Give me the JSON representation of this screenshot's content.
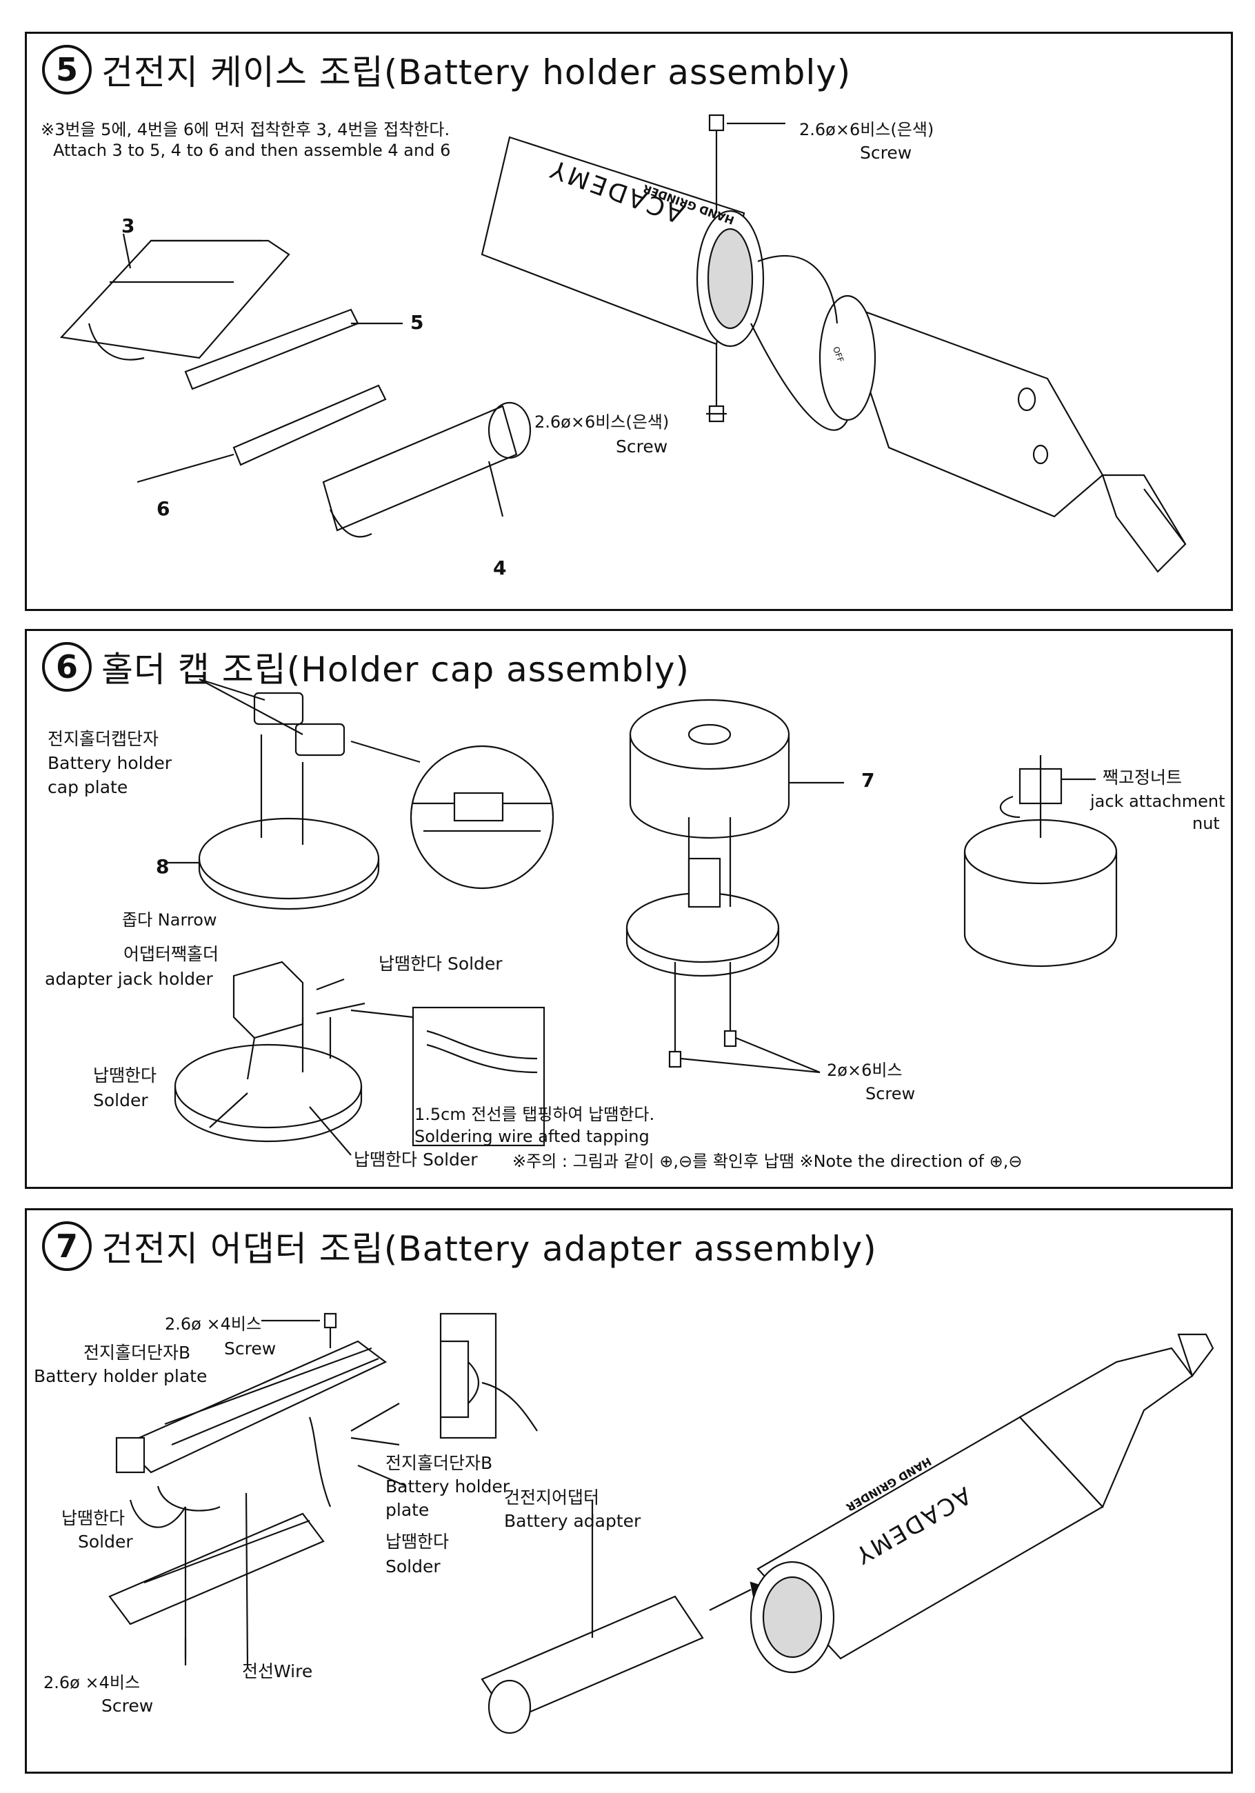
{
  "step5": {
    "number": "5",
    "title": "건전지 케이스 조립(Battery holder assembly)",
    "note_ko": "※3번을 5에, 4번을 6에 먼저 접착한후 3, 4번을 접착한다.",
    "note_en": "Attach 3 to 5, 4 to 6 and then assemble 4 and 6",
    "part_labels": [
      "3",
      "5",
      "6",
      "4"
    ],
    "screw_top_ko": "2.6ø×6비스(은색)",
    "screw_top_en": "Screw",
    "screw_bottom_ko": "2.6ø×6비스(은색)",
    "screw_bottom_en": "Screw",
    "body_print": "ACADEMY",
    "body_print_sub": "HAND GRINDER",
    "switch_label": "OFF"
  },
  "step6": {
    "number": "6",
    "title": "홀더 캡 조립(Holder cap assembly)",
    "cap_plate_ko": "전지홀더캡단자",
    "cap_plate_en1": "Battery holder",
    "cap_plate_en2": "cap plate",
    "part_8": "8",
    "narrow": "좁다 Narrow",
    "jack_holder_ko": "어댑터짹홀더",
    "jack_holder_en": "adapter jack holder",
    "solder_top": "납땜한다 Solder",
    "solder_left_ko": "납땜한다",
    "solder_left_en": "Solder",
    "solder_bottom": "납땜한다 Solder",
    "wire_note_ko": "1.5cm 전선를 탭핑하여 납땜한다.",
    "wire_note_en": "Soldering wire afted tapping",
    "caution": "※주의 : 그림과 같이 ⊕,⊖를 확인후 납땜 ※Note the direction of ⊕,⊖",
    "part_7": "7",
    "screw_ko": "2ø×6비스",
    "screw_en": "Screw",
    "jack_nut_ko": "짹고정너트",
    "jack_nut_en1": "jack attachment",
    "jack_nut_en2": "nut"
  },
  "step7": {
    "number": "7",
    "title": "건전지 어댑터 조립(Battery adapter assembly)",
    "screw_top_ko": "2.6ø ×4비스",
    "screw_top_en": "Screw",
    "plate_left_ko": "전지홀더단자B",
    "plate_left_en": "Battery holder plate",
    "solder_left_ko": "납땜한다",
    "solder_left_en": "Solder",
    "plate_right_ko": "전지홀더단자B",
    "plate_right_en1": "Battery holder",
    "plate_right_en2": "plate",
    "solder_right_ko": "납땜한다",
    "solder_right_en": "Solder",
    "adapter_ko": "건전지어댑터",
    "adapter_en": "Battery adapter",
    "wire": "전선Wire",
    "screw_bottom_ko": "2.6ø ×4비스",
    "screw_bottom_en": "Screw",
    "body_print": "ACADEMY",
    "body_print_sub": "HAND GRINDER"
  }
}
